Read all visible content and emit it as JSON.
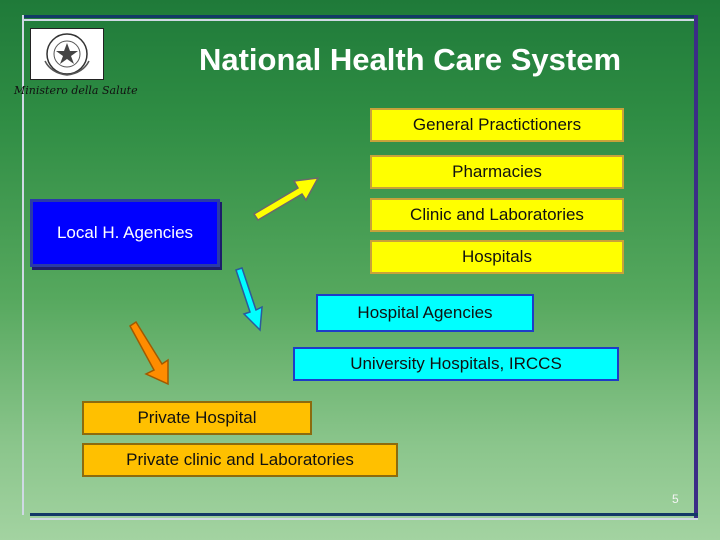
{
  "slide": {
    "title": "National Health Care System",
    "ministry_label": "Ministero della Salute",
    "page_number": "5"
  },
  "boxes": {
    "general_practitioners": "General Practictioners",
    "pharmacies": "Pharmacies",
    "clinic_laboratories": "Clinic and Laboratories",
    "hospitals": "Hospitals",
    "local_agencies": "Local H. Agencies",
    "hospital_agencies": "Hospital Agencies",
    "university_hospitals": "University Hospitals, IRCCS",
    "private_hospital": "Private Hospital",
    "private_clinic": "Private clinic and Laboratories"
  },
  "colors": {
    "background_top": "#1f7a39",
    "background_bottom": "#a3d3a1",
    "yellow_box": "#ffff00",
    "blue_box": "#0000ff",
    "cyan_box": "#00ffff",
    "orange_box": "#ffc000",
    "arrow_yellow": "#ffff00",
    "arrow_cyan": "#00ffff",
    "arrow_orange": "#ff8c00"
  },
  "icons": {
    "logo": "italian-republic-emblem-icon"
  }
}
